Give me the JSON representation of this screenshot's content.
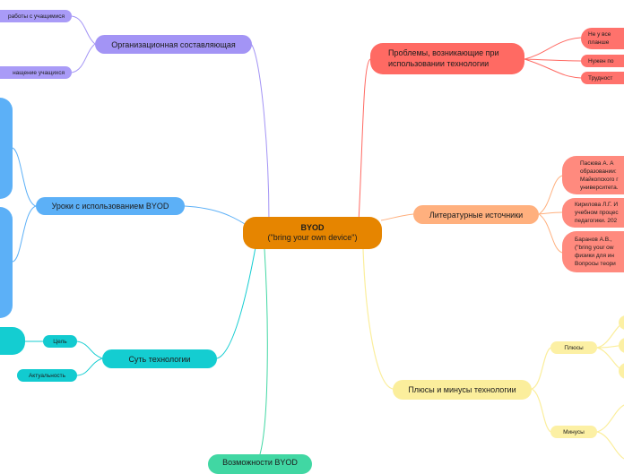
{
  "central": {
    "title": "BYOD",
    "subtitle": "(\"bring your own device\")"
  },
  "branches": {
    "org": {
      "label": "Организационная составляющая",
      "children": [
        "работы с учащимися",
        "нащение учащихся"
      ]
    },
    "problems": {
      "label_line1": "Проблемы, возникающие при",
      "label_line2": "использовании технологии",
      "children": [
        "Не у все\nпланше",
        "Нужен по",
        "Трудност"
      ]
    },
    "lessons": {
      "label": "Уроки с использованием BYOD"
    },
    "literature": {
      "label": "Литературные источники",
      "children": [
        "Пасюва А. А\nобразовании:\nМайкопского г\nуниверситета.",
        "Кирилова Л.Г. И\nучебном процес\nпедагогики. 202",
        "Баранов А.В.,\n(\"bring your ow\nфизики для ин\nВопросы теори"
      ]
    },
    "essence": {
      "label": "Суть технологии",
      "children": [
        "Цель",
        "Актуальность"
      ]
    },
    "pros_cons": {
      "label": "Плюсы и минусы технологии",
      "children": [
        "Плюсы",
        "Минусы"
      ]
    },
    "possibilities": {
      "label": "Возможности BYOD"
    }
  },
  "colors": {
    "central": "#e68500",
    "purple": "#a394f5",
    "red": "#ff6a63",
    "orange": "#ffb07e",
    "blue": "#5cb0f7",
    "cyan": "#14cdd1",
    "yellow": "#fbee9c",
    "green": "#41d7a3"
  }
}
